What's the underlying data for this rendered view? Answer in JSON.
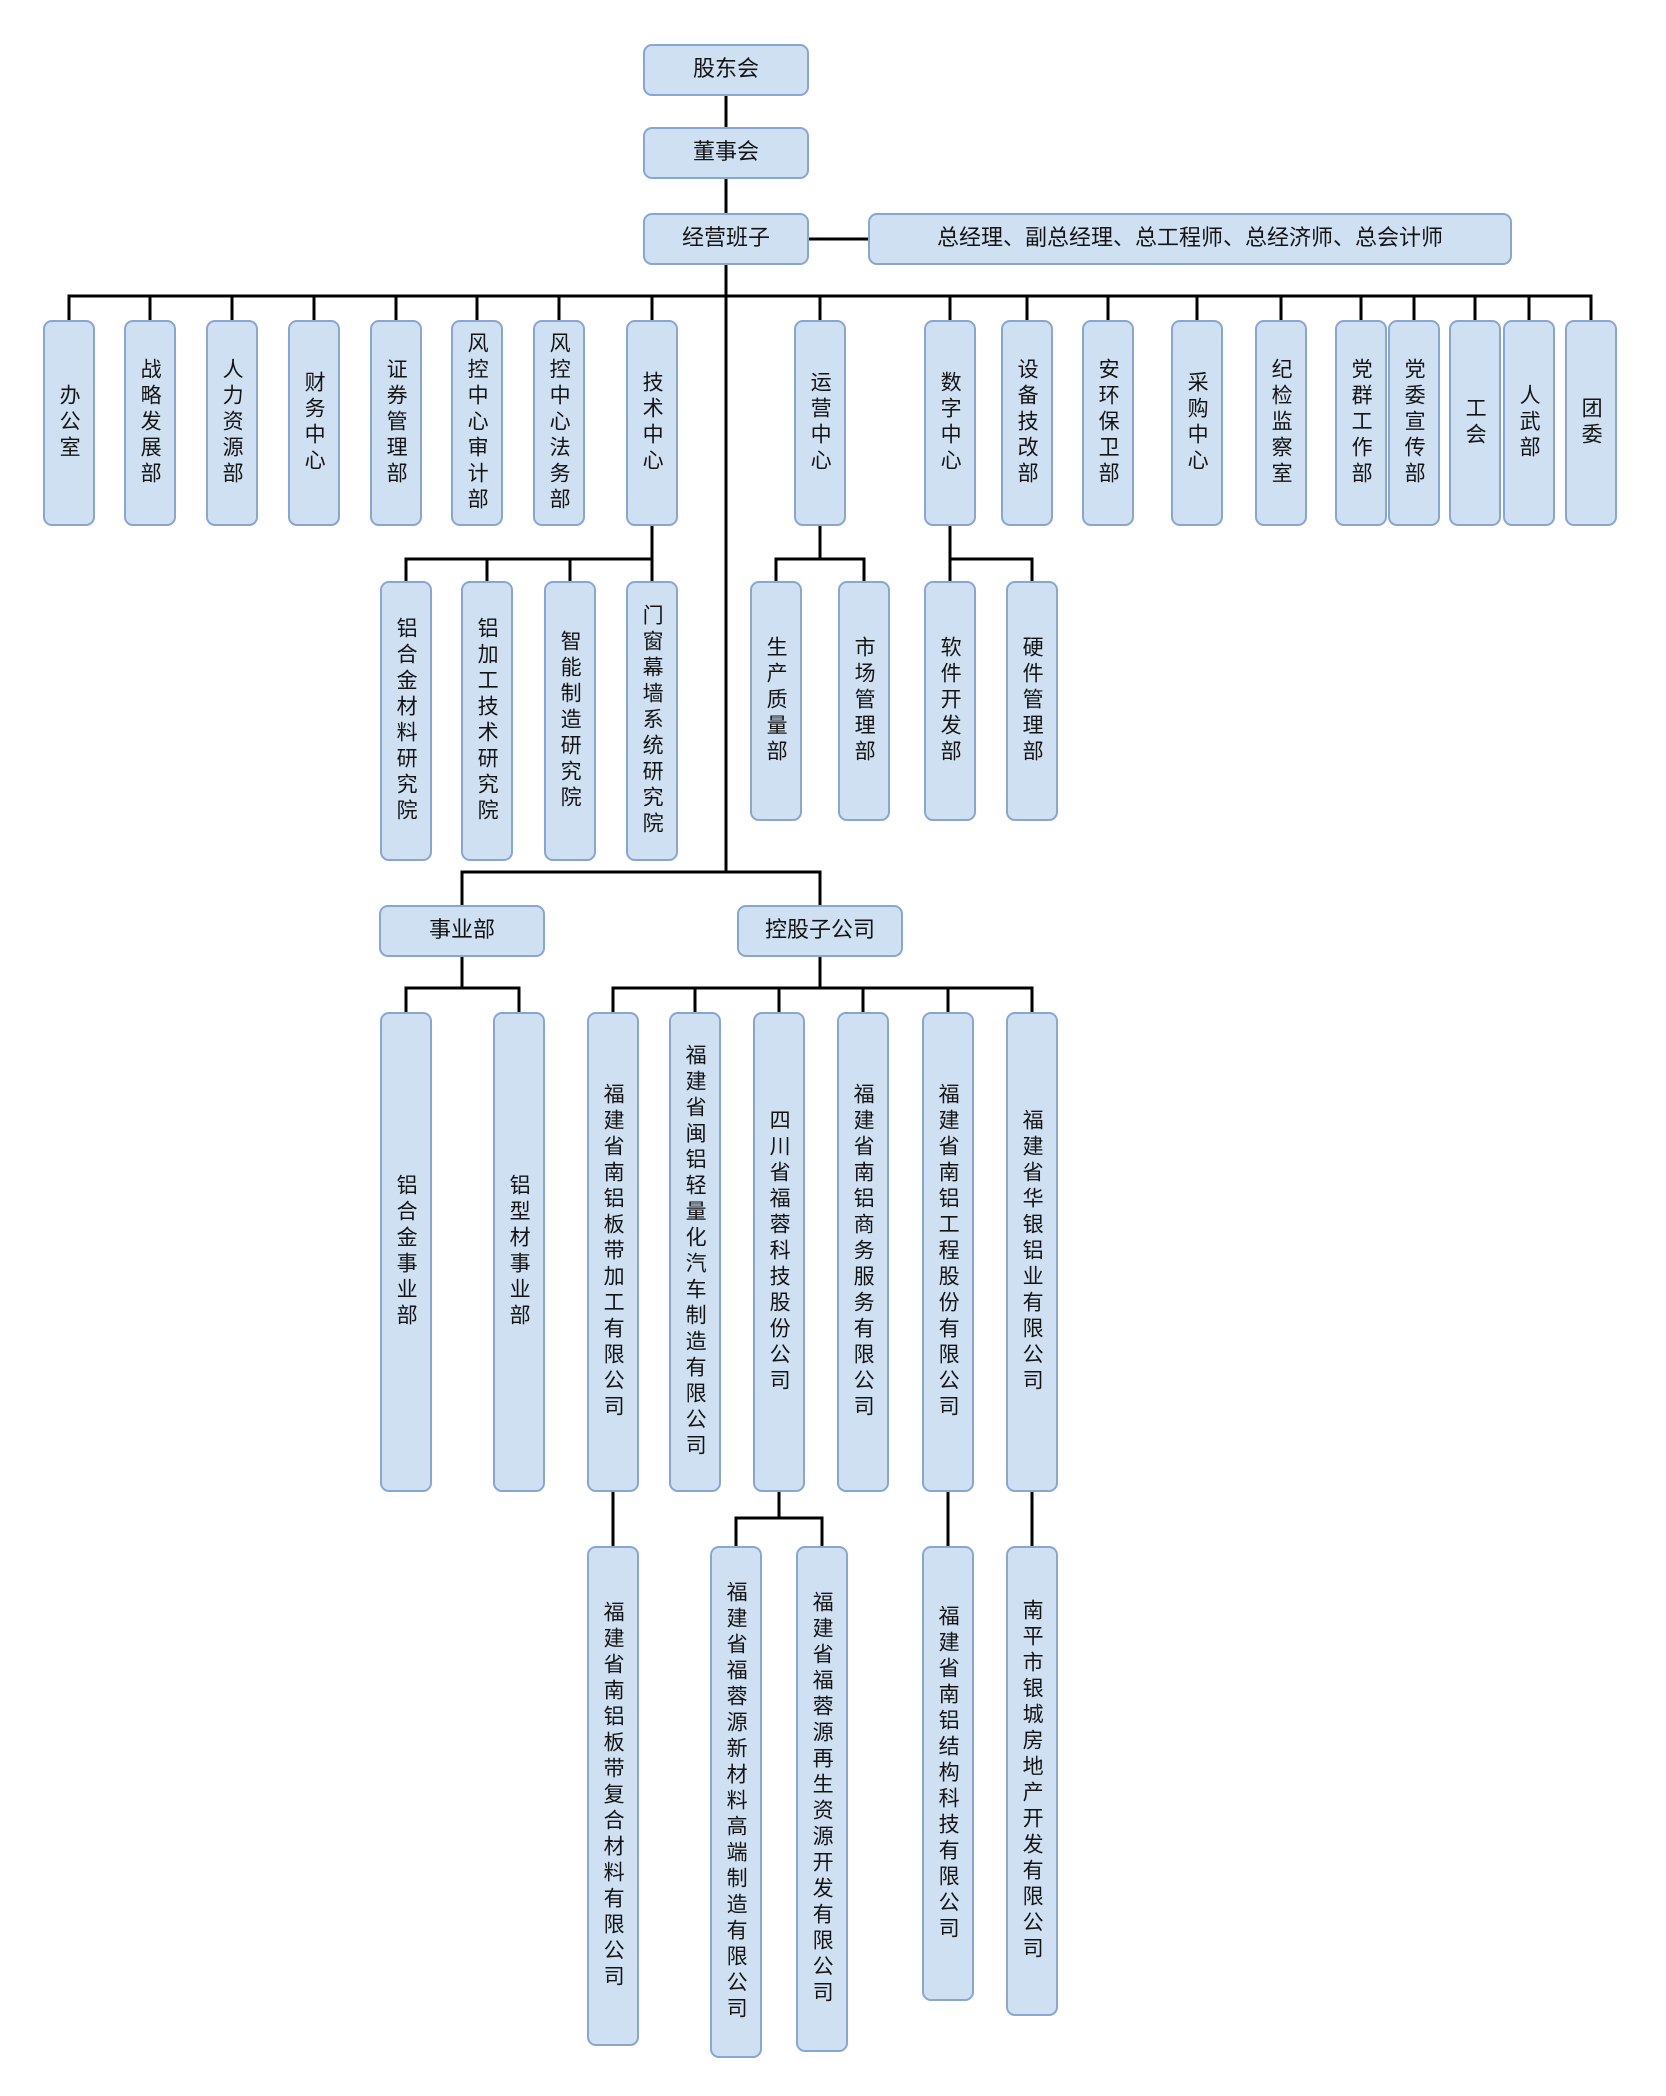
{
  "org": {
    "shareholders": "股东会",
    "board": "董事会",
    "management": "经营班子",
    "executives": "总经理、副总经理、总工程师、总经济师、总会计师",
    "departments": [
      "办公室",
      "战略发展部",
      "人力资源部",
      "财务中心",
      "证券管理部",
      "风控中心审计部",
      "风控中心法务部",
      "技术中心",
      "运营中心",
      "数字中心",
      "设备技改部",
      "安环保卫部",
      "采购中心",
      "纪检监察室",
      "党群工作部",
      "党委宣传部",
      "工会",
      "人武部",
      "团委"
    ],
    "tech_children": [
      "铝合金材料研究院",
      "铝加工技术研究院",
      "智能制造研究院",
      "门窗幕墙系统研究院"
    ],
    "ops_children": [
      "生产质量部",
      "市场管理部"
    ],
    "digital_children": [
      "软件开发部",
      "硬件管理部"
    ],
    "divisions_label": "事业部",
    "division_children": [
      "铝合金事业部",
      "铝型材事业部"
    ],
    "subsidiaries_label": "控股子公司",
    "subsidiary_children": [
      "福建省南铝板带加工有限公司",
      "福建省闽铝轻量化汽车制造有限公司",
      "四川省福蓉科技股份公司",
      "福建省南铝商务服务有限公司",
      "福建省南铝工程股份有限公司",
      "福建省华银铝业有限公司"
    ],
    "grandchild_companies": [
      "福建省南铝板带复合材料有限公司",
      "福建省福蓉源新材料高端制造有限公司",
      "福建省福蓉源再生资源开发有限公司",
      "福建省南铝结构科技有限公司",
      "南平市银城房地产开发有限公司"
    ]
  },
  "colors": {
    "box_fill": "#cfe0f3",
    "box_border": "#89a5d2",
    "connector_line": "#000000"
  }
}
